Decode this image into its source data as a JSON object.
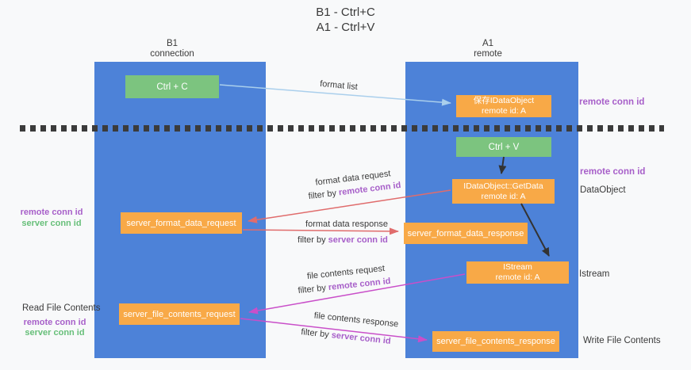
{
  "title": {
    "line1": "B1 - Ctrl+C",
    "line2": "A1 - Ctrl+V"
  },
  "columns": {
    "left": {
      "name": "B1",
      "role": "connection"
    },
    "right": {
      "name": "A1",
      "role": "remote"
    }
  },
  "nodes": {
    "ctrl_c": {
      "label": "Ctrl + C"
    },
    "ctrl_v": {
      "label": "Ctrl + V"
    },
    "save_dataobject": {
      "line1": "保存IDataObject",
      "line2": "remote id: A"
    },
    "getdata": {
      "line1": "IDataObject::GetData",
      "line2": "remote id: A"
    },
    "istream": {
      "line1": "IStream",
      "line2": "remote id: A"
    },
    "format_request": {
      "label": "server_format_data_request"
    },
    "format_response": {
      "label": "server_format_data_response"
    },
    "file_request": {
      "label": "server_file_contents_request"
    },
    "file_response": {
      "label": "server_file_contents_response"
    }
  },
  "arrow_labels": {
    "format_list": "format list",
    "format_data_request": "format data request",
    "format_data_response": "format data response",
    "file_contents_request": "file contents request",
    "file_contents_response": "file contents response",
    "filter_by": "filter by"
  },
  "side_labels": {
    "remote_conn_id": "remote conn id",
    "server_conn_id": "server conn id",
    "dataobject": "DataObject",
    "istream": "Istream",
    "read_file_contents": "Read File Contents",
    "write_file_contents": "Write File Contents"
  },
  "colors": {
    "background": "#f8f9fa",
    "column_blue": "#4d82d8",
    "node_orange": "#f8a947",
    "node_green": "#7cc47f",
    "arrow_light_blue": "#aacfec",
    "arrow_salmon": "#e06c6c",
    "arrow_magenta": "#c94fc9",
    "arrow_black": "#333333",
    "dashed_line": "#3b3b3b",
    "text_purple": "#a75fc9",
    "text_green": "#67bf79"
  }
}
